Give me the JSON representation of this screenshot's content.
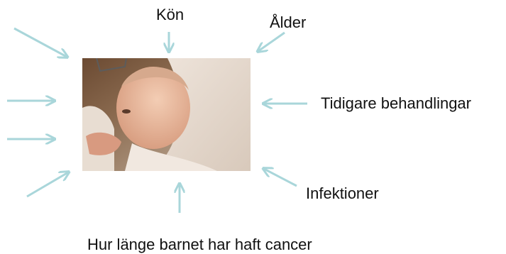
{
  "labels": {
    "kon": "Kön",
    "alder": "Ålder",
    "tidigare": "Tidigare behandlingar",
    "infektioner": "Infektioner",
    "hur_lange": "Hur länge barnet har haft cancer"
  },
  "colors": {
    "arrow": "#a9d6da",
    "text": "#111111"
  }
}
